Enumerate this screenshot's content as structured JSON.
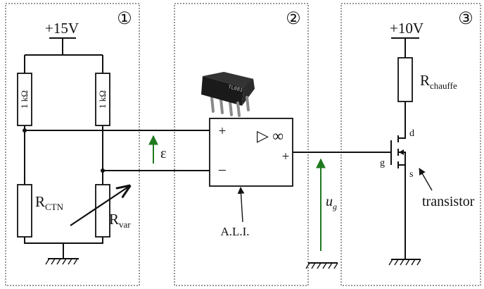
{
  "sections": {
    "s1": "①",
    "s2": "②",
    "s3": "③"
  },
  "supplies": {
    "left": "+15V",
    "right": "+10V"
  },
  "components": {
    "r1": "1 kΩ",
    "r2": "1 kΩ",
    "ctn_main": "R",
    "ctn_sub": "CTN",
    "var_main": "R",
    "var_sub": "var",
    "chauffe_main": "R",
    "chauffe_sub": "chauffe"
  },
  "opamp": {
    "plus": "+",
    "minus": "−",
    "symbol": "▷ ∞",
    "out_plus": "+",
    "label": "A.L.I."
  },
  "signals": {
    "epsilon": "ε",
    "ug_main": "u",
    "ug_sub": "g"
  },
  "transistor": {
    "d": "d",
    "g": "g",
    "s": "s",
    "label": "transistor"
  },
  "colors": {
    "arrow": "#1f7a1f"
  }
}
